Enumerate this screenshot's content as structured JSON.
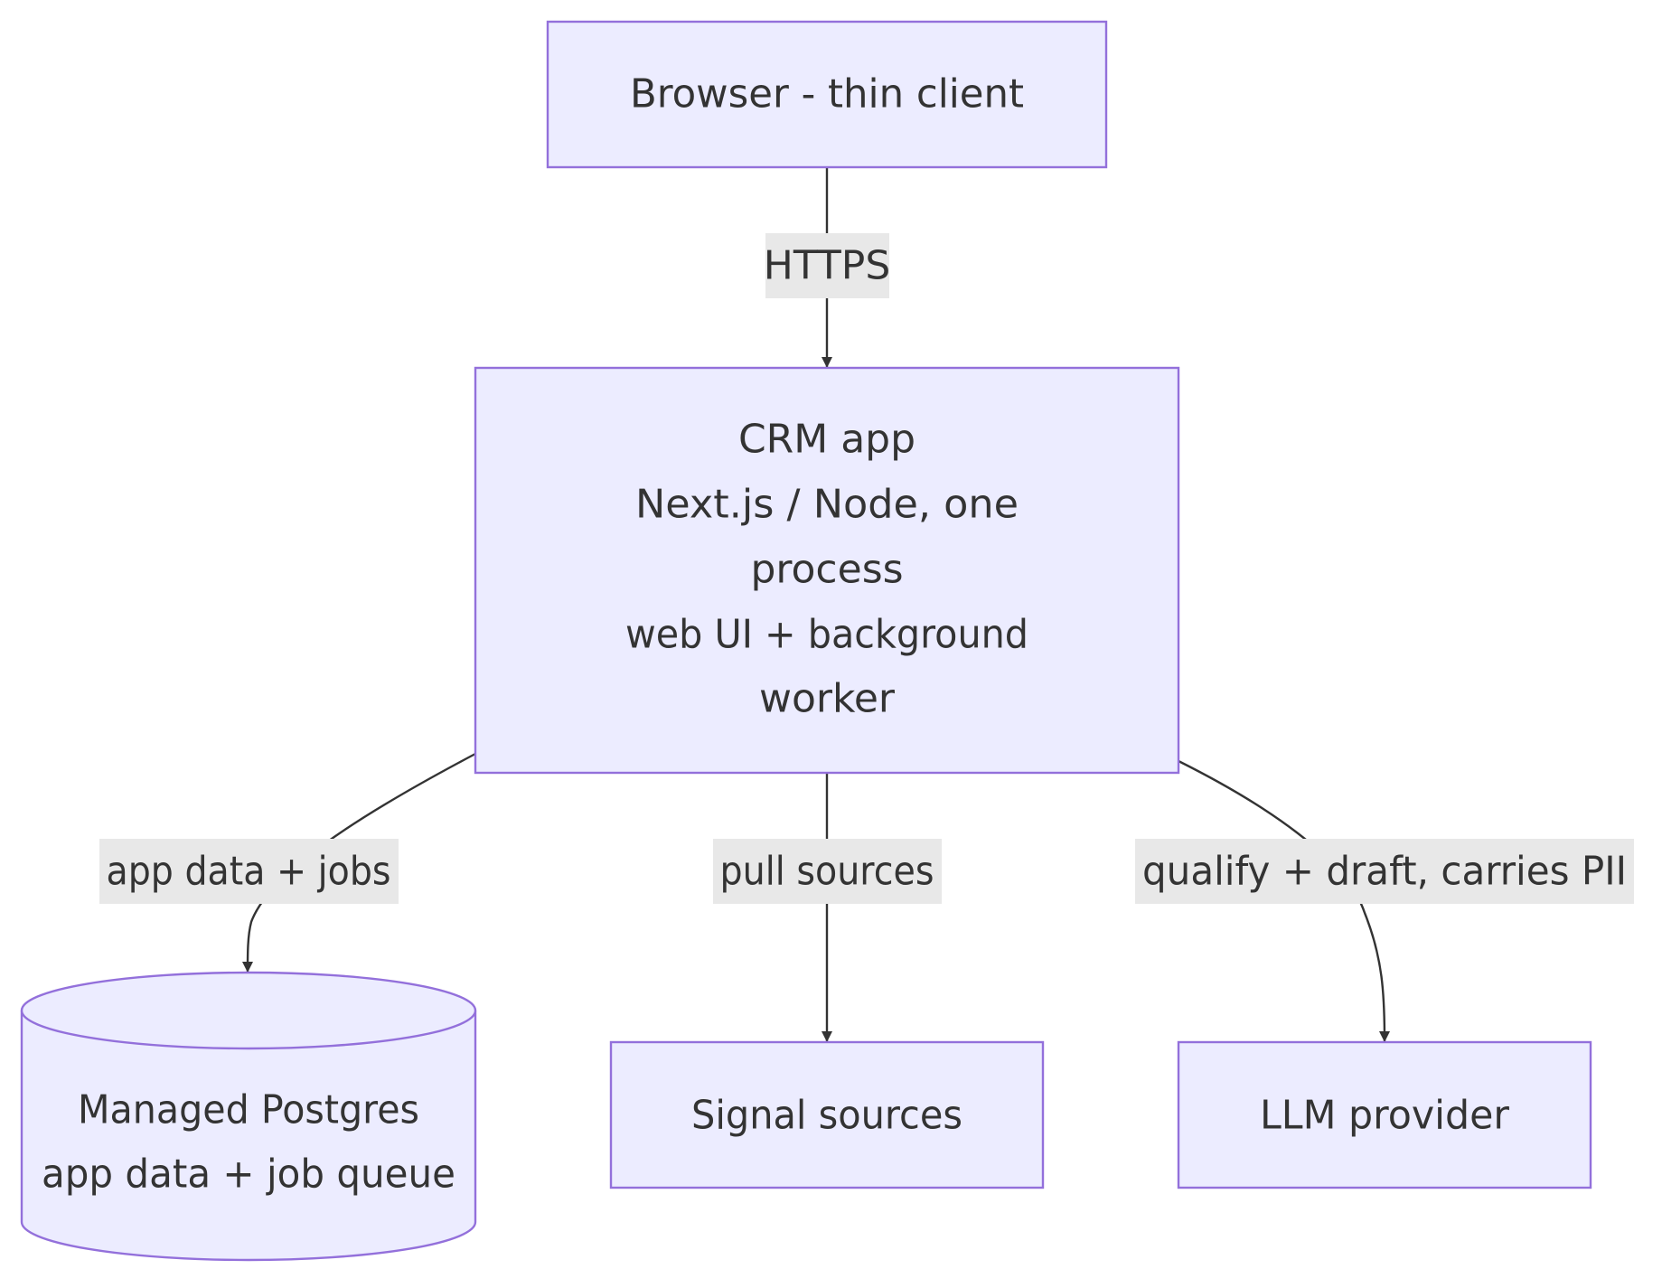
{
  "colors": {
    "node_fill": "#ececff",
    "node_stroke": "#9370db",
    "edge": "#333333",
    "edge_label_bg": "#e8e8e8",
    "text": "#333333"
  },
  "nodes": {
    "browser": {
      "lines": [
        "Browser - thin client"
      ]
    },
    "crm_app": {
      "lines": [
        "CRM app",
        "Next.js / Node, one",
        "process",
        "web UI + background",
        "worker"
      ]
    },
    "postgres": {
      "shape": "cylinder",
      "lines": [
        "Managed Postgres",
        "app data + job queue"
      ]
    },
    "signal_sources": {
      "lines": [
        "Signal sources"
      ]
    },
    "llm_provider": {
      "lines": [
        "LLM provider"
      ]
    }
  },
  "edges": {
    "browser_to_crm": {
      "from": "browser",
      "to": "crm_app",
      "label": "HTTPS"
    },
    "crm_to_postgres": {
      "from": "crm_app",
      "to": "postgres",
      "label": "app data + jobs"
    },
    "crm_to_signal": {
      "from": "crm_app",
      "to": "signal_sources",
      "label": "pull sources"
    },
    "crm_to_llm": {
      "from": "crm_app",
      "to": "llm_provider",
      "label": "qualify + draft, carries PII"
    }
  }
}
